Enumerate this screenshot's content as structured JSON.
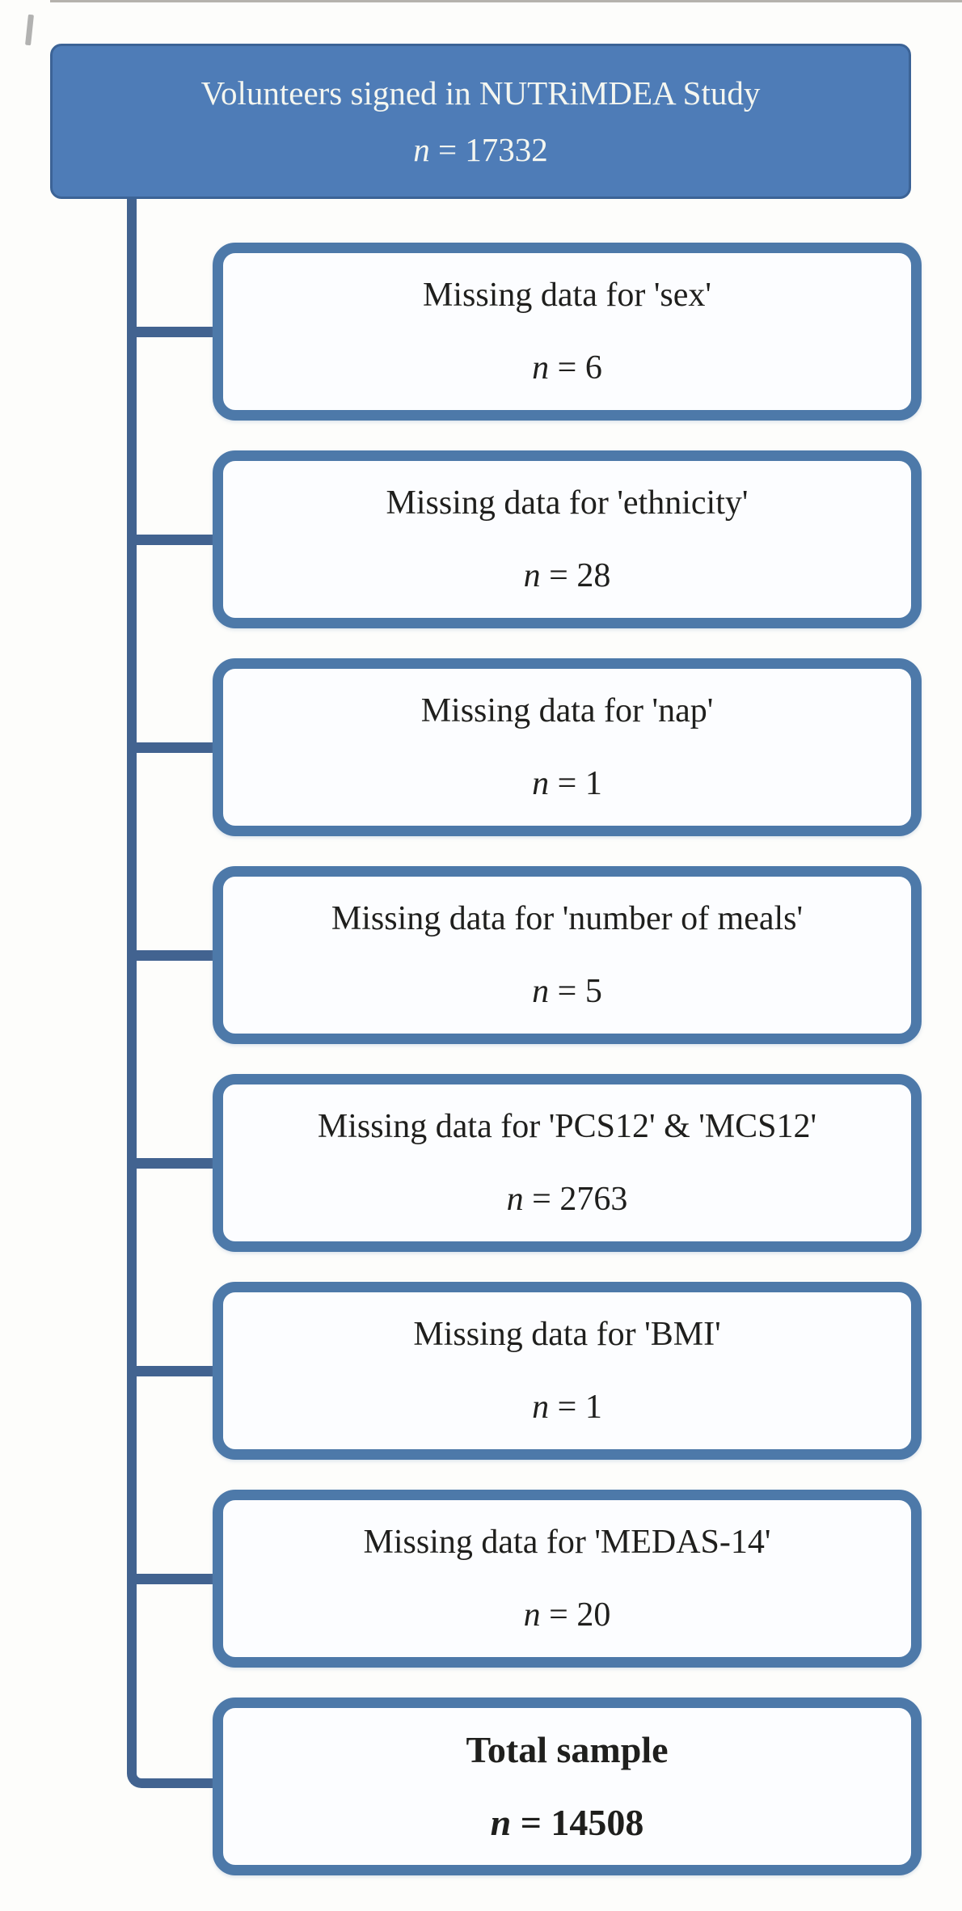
{
  "colors": {
    "background": "#fdfdfb",
    "root_fill": "#4e7cb7",
    "root_edge": "#3c6396",
    "root_text": "#f4f6f0",
    "box_border": "#4d79a9",
    "box_fill": "#fcfdff",
    "connector": "#426390",
    "box_text": "#1f1f1d",
    "top_rule": "#a29f9a",
    "artifact": "#8b8b88"
  },
  "flowchart": {
    "root": {
      "label": "Volunteers signed in NUTRiMDEA Study",
      "n_italic": "n",
      "n_rest": " = 17332"
    },
    "boxes": [
      {
        "label": "Missing data for 'sex'",
        "n_italic": "n",
        "n_rest": " = 6",
        "bold": false
      },
      {
        "label": "Missing data for 'ethnicity'",
        "n_italic": "n",
        "n_rest": " = 28",
        "bold": false
      },
      {
        "label": "Missing data for 'nap'",
        "n_italic": "n",
        "n_rest": " = 1",
        "bold": false
      },
      {
        "label": "Missing data for 'number of meals'",
        "n_italic": "n",
        "n_rest": " = 5",
        "bold": false
      },
      {
        "label": "Missing data for 'PCS12' & 'MCS12'",
        "n_italic": "n",
        "n_rest": " = 2763",
        "bold": false
      },
      {
        "label": "Missing data for 'BMI'",
        "n_italic": "n",
        "n_rest": " = 1",
        "bold": false
      },
      {
        "label": "Missing data for 'MEDAS-14'",
        "n_italic": "n",
        "n_rest": " = 20",
        "bold": false
      },
      {
        "label": "Total sample",
        "n_italic": "n",
        "n_rest": " = 14508",
        "bold": true
      }
    ]
  }
}
